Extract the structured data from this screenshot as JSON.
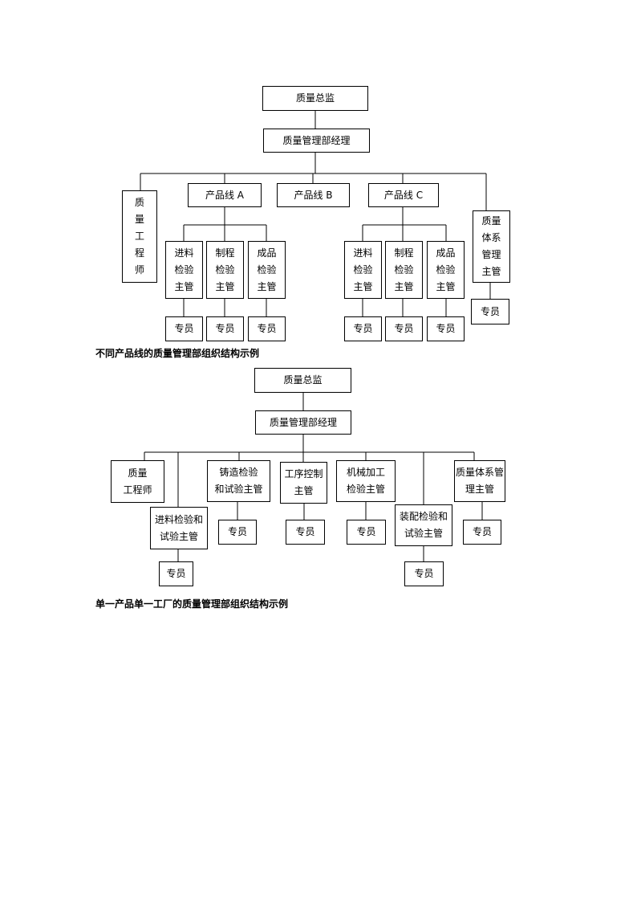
{
  "colors": {
    "border": "#000000",
    "text": "#000000",
    "background": "#ffffff"
  },
  "chart1": {
    "caption": "不同产品线的质量管理部组织结构示例",
    "director": "质量总监",
    "manager": "质量管理部经理",
    "quality_engineer": "质\n量\n工\n程\n师",
    "line_a": "产品线 A",
    "line_b": "产品线 B",
    "line_c": "产品线 C",
    "system_manager": "质量\n体系\n管理\n主管",
    "system_staff": "专员",
    "line_a_supervisors": [
      {
        "label": "进料\n检验\n主管",
        "staff": "专员"
      },
      {
        "label": "制程\n检验\n主管",
        "staff": "专员"
      },
      {
        "label": "成品\n检验\n主管",
        "staff": "专员"
      }
    ],
    "line_c_supervisors": [
      {
        "label": "进料\n检验\n主管",
        "staff": "专员"
      },
      {
        "label": "制程\n检验\n主管",
        "staff": "专员"
      },
      {
        "label": "成品\n检验\n主管",
        "staff": "专员"
      }
    ]
  },
  "chart2": {
    "caption": "单一产品单一工厂的质量管理部组织结构示例",
    "director": "质量总监",
    "manager": "质量管理部经理",
    "quality_engineer": "质量\n工程师",
    "incoming": {
      "label": "进料检验和\n试验主管",
      "staff": "专员"
    },
    "casting": {
      "label": "铸造检验\n和试验主管",
      "staff": "专员"
    },
    "process": {
      "label": "工序控制\n主管",
      "staff": "专员"
    },
    "machining": {
      "label": "机械加工\n检验主管",
      "staff": "专员"
    },
    "assembly": {
      "label": "装配检验和\n试验主管",
      "staff": "专员"
    },
    "system": {
      "label": "质量体系管\n理主管",
      "staff": "专员"
    }
  }
}
